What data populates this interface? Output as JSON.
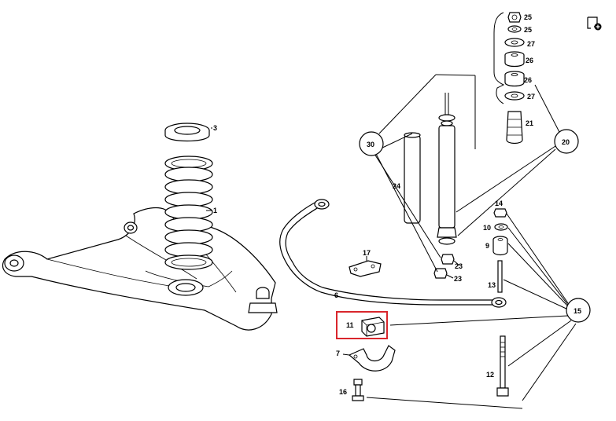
{
  "diagram": {
    "part_numbers": {
      "p1": "1",
      "p3": "3",
      "p6": "6",
      "p7": "7",
      "p9": "9",
      "p10": "10",
      "p11": "11",
      "p12": "12",
      "p13": "13",
      "p14": "14",
      "p16": "16",
      "p17": "17",
      "p21": "21",
      "p23a": "23",
      "p23b": "23",
      "p24": "24",
      "p25a": "25",
      "p25b": "25",
      "p26a": "26",
      "p26b": "26",
      "p27a": "27",
      "p27b": "27"
    },
    "callouts": {
      "c15": "15",
      "c20": "20",
      "c30": "30"
    },
    "highlighted_part": "11",
    "highlight_color": "#d9262c",
    "icons": [
      "bookmark-add-icon"
    ]
  }
}
